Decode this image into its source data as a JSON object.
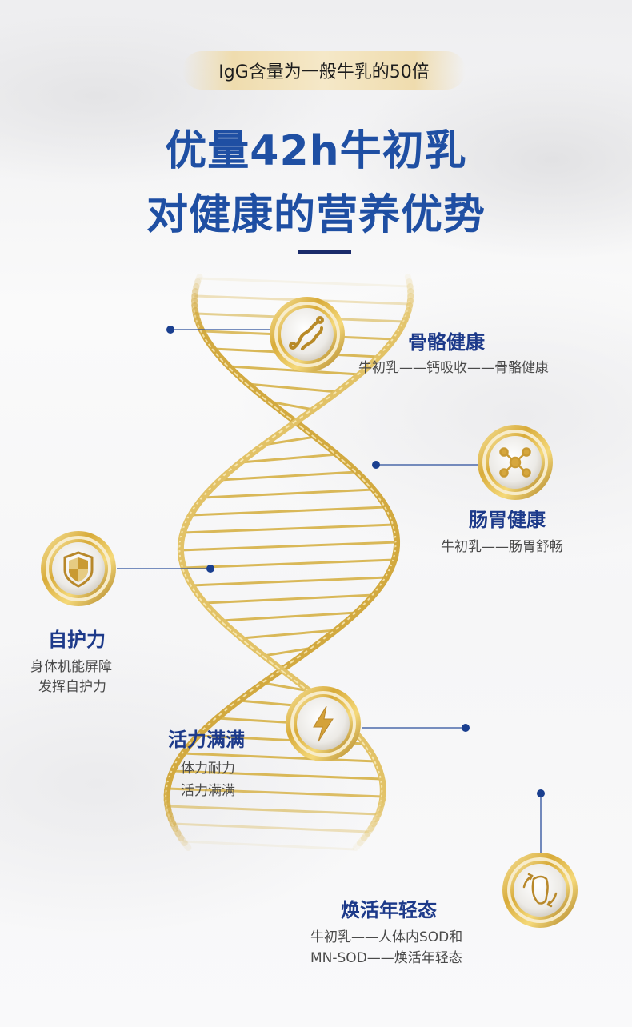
{
  "badge_text": "IgG含量为一般牛乳的50倍",
  "title_line1": "优量42h牛初乳",
  "title_line2": "对健康的营养优势",
  "colors": {
    "title": "#1f4fa3",
    "heading": "#1d3a8a",
    "gold": "#c9a43a",
    "dot": "#1a3f8f"
  },
  "features": [
    {
      "id": "bone",
      "icon": "bone-joint-icon",
      "title": "骨骼健康",
      "lines": [
        "牛初乳——钙吸收——骨骼健康"
      ]
    },
    {
      "id": "gut",
      "icon": "molecule-icon",
      "title": "肠胃健康",
      "lines": [
        "牛初乳——肠胃舒畅"
      ]
    },
    {
      "id": "immunity",
      "icon": "shield-icon",
      "title": "自护力",
      "lines": [
        "身体机能屏障",
        "发挥自护力"
      ]
    },
    {
      "id": "vitality",
      "icon": "lightning-icon",
      "title": "活力满满",
      "lines": [
        "体力耐力",
        "活力满满"
      ]
    },
    {
      "id": "youth",
      "icon": "face-refresh-icon",
      "title": "焕活年轻态",
      "lines": [
        "牛初乳——人体内SOD和",
        "MN-SOD——焕活年轻态"
      ]
    }
  ]
}
